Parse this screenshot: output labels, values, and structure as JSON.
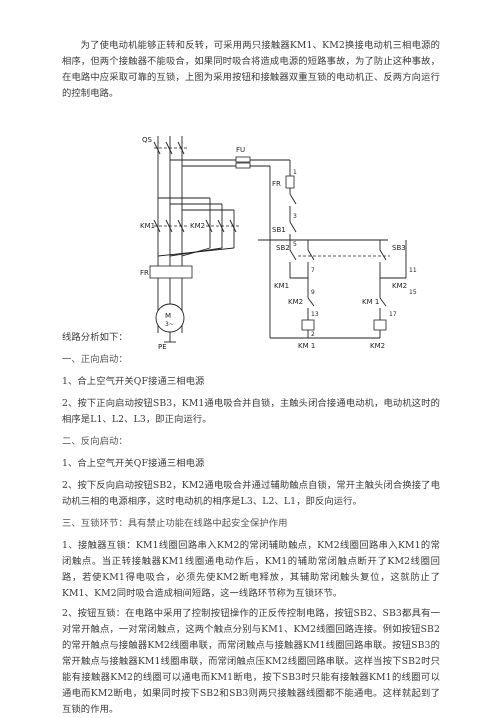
{
  "paragraphs": {
    "intro": "为了使电动机能够正转和反转，可采用两只接触器KM1、KM2换接电动机三相电源的相序，但两个接触器不能吸合，如果同时吸合将造成电源的短路事故，为了防止这种事故，在电路中应采取可靠的互锁，上图为采用按钮和接触器双重互锁的电动机正、反两方向运行的控制电路。",
    "analysis": "线路分析如下：",
    "h1": "一、正向启动：",
    "f1": "1、合上空气开关QF接通三相电源",
    "f2": "2、按下正向启动按钮SB3，KM1通电吸合并自锁，主触头闭合接通电动机，电动机这时的相序是L1、L2、L3，即正向运行。",
    "h2": "二、反向启动：",
    "r1": "1、合上空气开关QF接通三相电源",
    "r2": "2、按下反向启动按钮SB2，KM2通电吸合并通过辅助触点自锁，常开主触头闭合换接了电动机三相的电源相序，这时电动机的相序是L3、L2、L1，即反向运行。",
    "h3": "三、互锁环节：具有禁止功能在线路中起安全保护作用",
    "i1": "1、接触器互锁：KM1线圈回路串入KM2的常闭辅助触点，KM2线圈回路串入KM1的常闭触点。当正转接触器KM1线圈通电动作后，KM1的辅助常闭触点断开了KM2线圈回路，若使KM1得电吸合，必须先使KM2断电释放，其辅助常闭触头复位，这就防止了KM1、KM2同时吸合造成相间短路，这一线路环节称为互锁环节。",
    "i2": "2、按钮互锁：在电路中采用了控制按钮操作的正反传控制电路，按钮SB2、SB3都具有一对常开触点，一对常闭触点，这两个触点分别与KM1、KM2线圈回路连接。例如按钮SB2的常开触点与接触器KM2线圈串联，而常闭触点与接触器KM1线圈回路串联。按钮SB3的常开触点与接触器KM1线圈串联，而常闭触点压KM2线圈回路串联。这样当按下SB2时只能有接触器KM2的线圈可以通电而KM1断电，按下SB3时只能有接触器KM1的线圈可以通电而KM2断电，如果同时按下SB2和SB3则两只接触器线圈都不能通电。这样就起到了互锁的作用。"
  },
  "diagram_labels": {
    "qs": "QS",
    "fu": "FU",
    "fr_top": "FR",
    "n1": "1",
    "n3": "3",
    "sb1": "SB1",
    "n5": "5",
    "sb2": "SB2",
    "sb3": "SB3",
    "n7": "7",
    "n11": "11",
    "km1_main": "KM1",
    "km2_main": "KM2",
    "km1_aux": "KM1",
    "km2_aux": "KM2",
    "n9": "9",
    "n15": "15",
    "km2_nc": "KM2",
    "km1_nc": "KM 1",
    "n13": "13",
    "n17": "17",
    "fr_main": "FR",
    "motor": "M",
    "motor_sub": "3~",
    "n2": "2",
    "pe": "PE",
    "km1_coil": "KM 1",
    "km2_coil": "KM2"
  }
}
